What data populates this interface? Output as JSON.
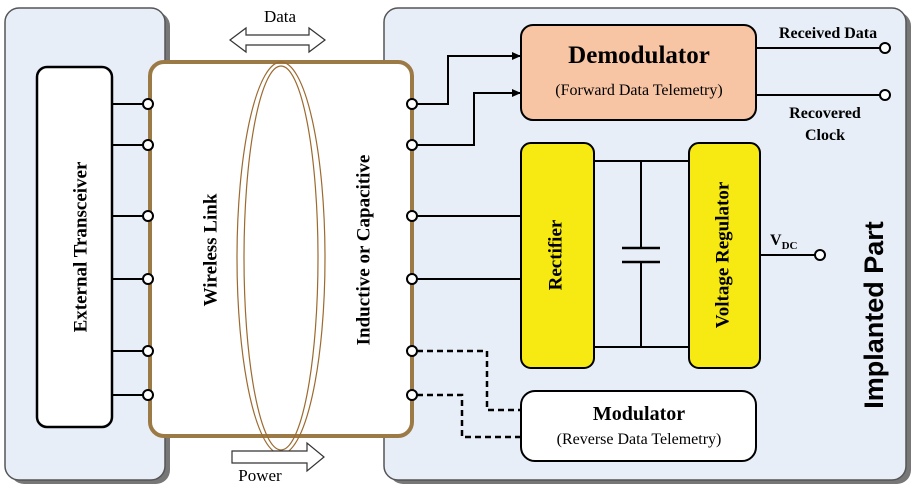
{
  "labels": {
    "data_arrow": "Data",
    "power_arrow": "Power",
    "external_transceiver": "External Transceiver",
    "wireless_link": "Wireless Link",
    "coupling_type": "Inductive or Capacitive",
    "demodulator_title": "Demodulator",
    "demodulator_subtitle": "(Forward Data Telemetry)",
    "received_data": "Received Data",
    "recovered_clock_line1": "Recovered",
    "recovered_clock_line2": "Clock",
    "rectifier": "Rectifier",
    "voltage_regulator": "Voltage Regulator",
    "vdc_main": "V",
    "vdc_sub": "DC",
    "modulator_title": "Modulator",
    "modulator_subtitle": "(Reverse Data Telemetry)",
    "implanted_part": "Implanted Part"
  },
  "colors": {
    "panel_fill": "#e8eef8",
    "panel_border": "#555555",
    "link_border": "#9c7a45",
    "coil": "#9c6a30",
    "demodulator_fill": "#f7c4a4",
    "yellow_block": "#f7ea13",
    "line": "#000000"
  }
}
